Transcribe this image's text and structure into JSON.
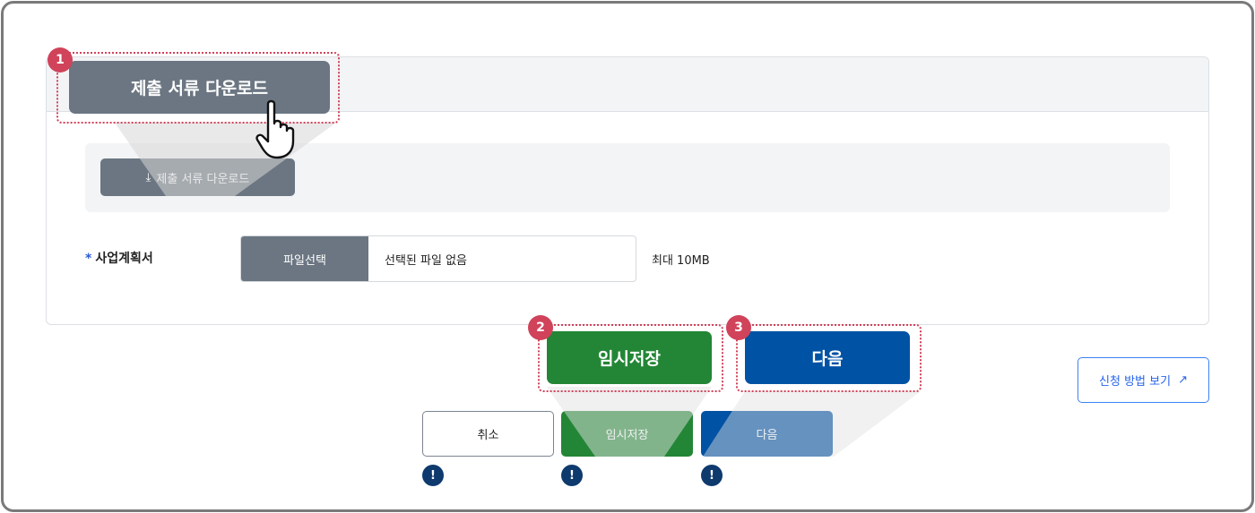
{
  "callouts": {
    "download": {
      "badge": "1",
      "label": "제출 서류 다운로드"
    },
    "save": {
      "badge": "2",
      "label": "임시저장"
    },
    "next": {
      "badge": "3",
      "label": "다음"
    }
  },
  "form": {
    "download_button": "제출 서류 다운로드",
    "required_mark": "*",
    "field_label": "사업계획서",
    "file_button": "파일선택",
    "file_status": "선택된 파일 없음",
    "max_size": "최대 10MB"
  },
  "actions": {
    "cancel": "취소",
    "save": "임시저장",
    "next": "다음",
    "alert_glyph": "!"
  },
  "guide_button": "신청 방법 보기",
  "colors": {
    "badge": "#d0435a",
    "save": "#238636",
    "next": "#0052a4",
    "gray": "#6b7682",
    "alert": "#0e3a6e"
  }
}
